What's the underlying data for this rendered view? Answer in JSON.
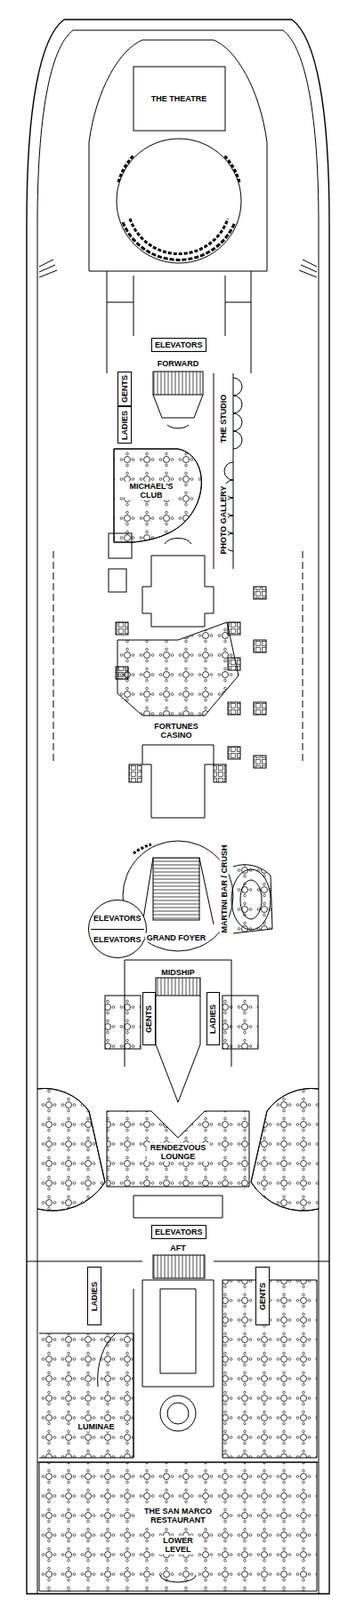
{
  "diagram": {
    "nodes": [
      {
        "text": [
          "ELEVATORS"
        ]
      },
      {
        "text": [
          "GENTS"
        ]
      },
      {
        "text": [
          "LADIES"
        ]
      },
      {
        "text": [
          "ELEVATORS",
          "ELEVATORS"
        ]
      },
      {
        "text": [
          "GENTS"
        ]
      },
      {
        "text": [
          "LADIES"
        ]
      },
      {
        "text": [
          "ELEVATORS"
        ]
      },
      {
        "text": [
          "LADIES"
        ]
      },
      {
        "text": [
          "GENTS"
        ]
      }
    ],
    "labels": [
      "THE THEATRE",
      "FORWARD",
      "THE STUDIO",
      "MICHAEL'S CLUB",
      "PHOTO GALLERY",
      "FORTUNES CASINO",
      "MARTINI BAR / CRUSH",
      "GRAND FOYER",
      "MIDSHIP",
      "RENDEZVOUS LOUNGE",
      "AFT",
      "LUMINAE",
      "THE SAN MARCO RESTAURANT",
      "LOWER LEVEL"
    ]
  }
}
